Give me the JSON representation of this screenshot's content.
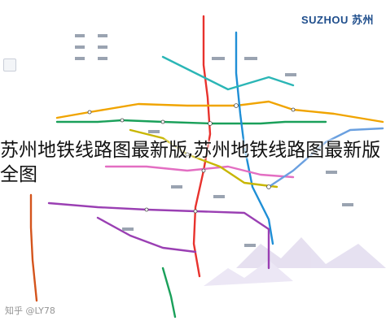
{
  "map": {
    "brand_top": "",
    "brand_main": "SUZHOU 苏州",
    "brand_sub": "",
    "overlay_title": "苏州地铁线路图最新版,苏州地铁线路图最新版 全图",
    "watermark": "知乎 @LY78",
    "lines": [
      {
        "name": "line-1",
        "color": "#1aa05a"
      },
      {
        "name": "line-2",
        "color": "#e8322d"
      },
      {
        "name": "line-3",
        "color": "#f0a400"
      },
      {
        "name": "line-4",
        "color": "#1f8fd6"
      },
      {
        "name": "line-5",
        "color": "#9a3fb3"
      },
      {
        "name": "line-6",
        "color": "#2bb6b6"
      },
      {
        "name": "line-7",
        "color": "#e36ec2"
      },
      {
        "name": "line-8",
        "color": "#c8b600"
      },
      {
        "name": "line-s1",
        "color": "#d4541c"
      },
      {
        "name": "line-11",
        "color": "#6aa0e0"
      }
    ]
  }
}
